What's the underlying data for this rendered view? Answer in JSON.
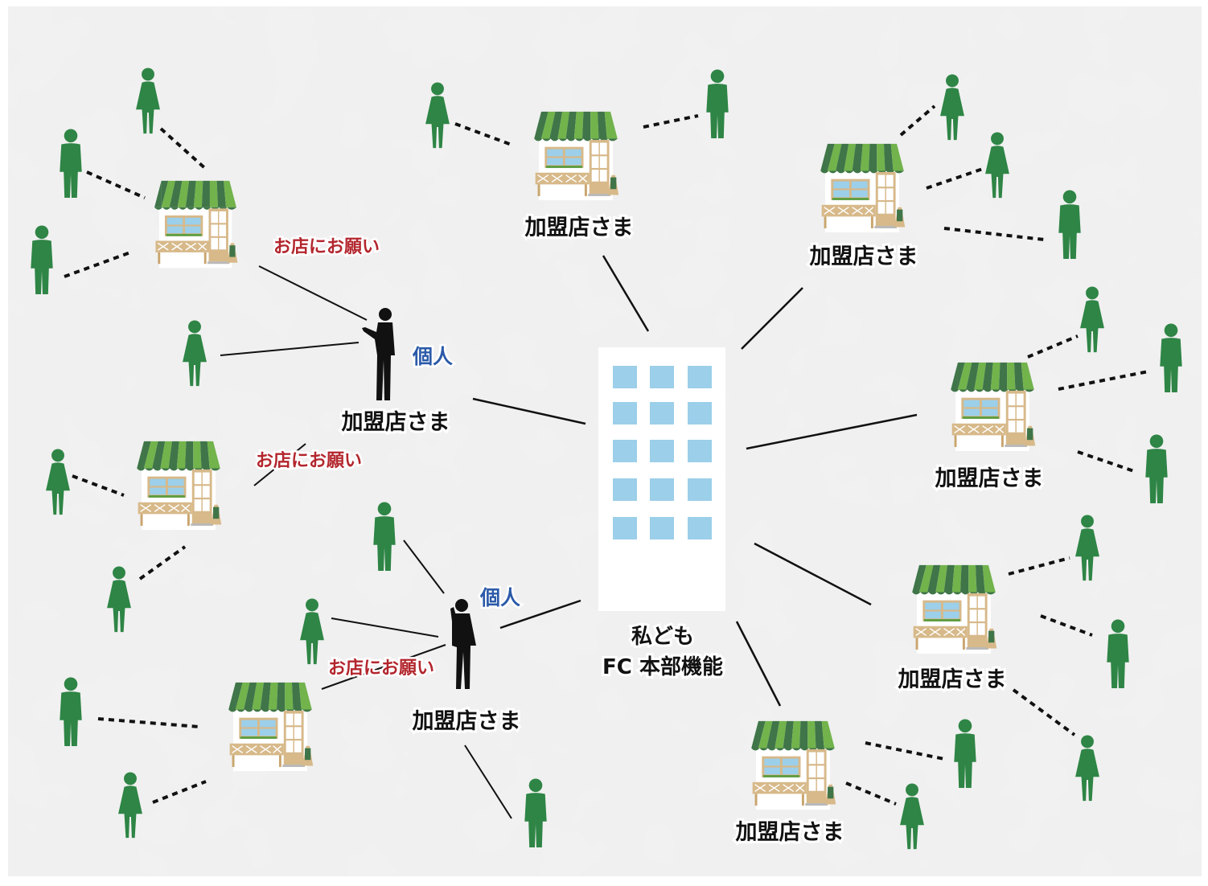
{
  "headquarters": {
    "line1": "私ども",
    "line2": "FC 本部機能"
  },
  "labels": {
    "store": "加盟店さま",
    "request": "お店にお願い",
    "individual": "個人"
  },
  "colors": {
    "person": "#2e8545",
    "awning_dark": "#3f7548",
    "awning_light": "#72b34c",
    "window": "#9ccfe9",
    "wood": "#d7b98a",
    "background": "#f0f0f0"
  }
}
